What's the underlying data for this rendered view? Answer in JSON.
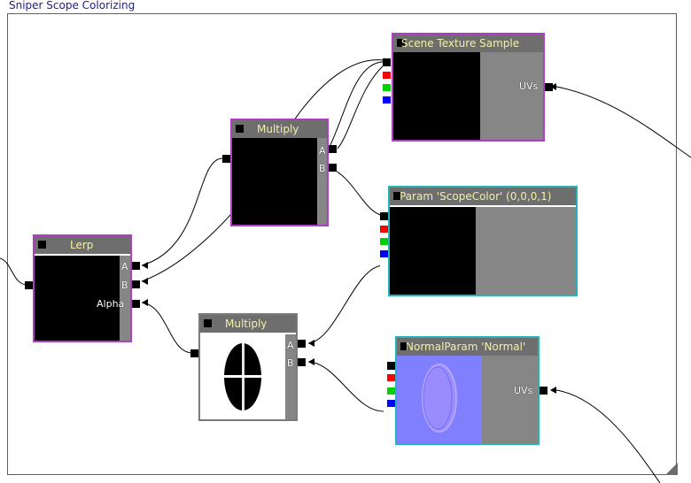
{
  "window": {
    "title": "Sniper Scope Colorizing"
  },
  "nodes": {
    "scene_texture": {
      "title": "Scene Texture Sample",
      "output_uvs": "UVs"
    },
    "multiply_top": {
      "title": "Multiply",
      "input_a": "A",
      "input_b": "B"
    },
    "param_scope_color": {
      "title": "Param 'ScopeColor' (0,0,0,1)"
    },
    "lerp": {
      "title": "Lerp",
      "input_a": "A",
      "input_b": "B",
      "input_alpha": "Alpha"
    },
    "multiply_bottom": {
      "title": "Multiply",
      "input_a": "A",
      "input_b": "B"
    },
    "normal_param": {
      "title": "NormalParam 'Normal'",
      "output_uvs": "UVs"
    }
  },
  "colors": {
    "node_border_expression": "#b03cc8",
    "node_border_param": "#25b3b5",
    "header_bg": "#6e6e6e",
    "header_text": "#f1f0a5",
    "channel_red": "#ff0000",
    "channel_green": "#00d000",
    "channel_blue": "#0000ff",
    "channel_alpha": "#ffffff",
    "normal_preview": "#8080ff"
  }
}
